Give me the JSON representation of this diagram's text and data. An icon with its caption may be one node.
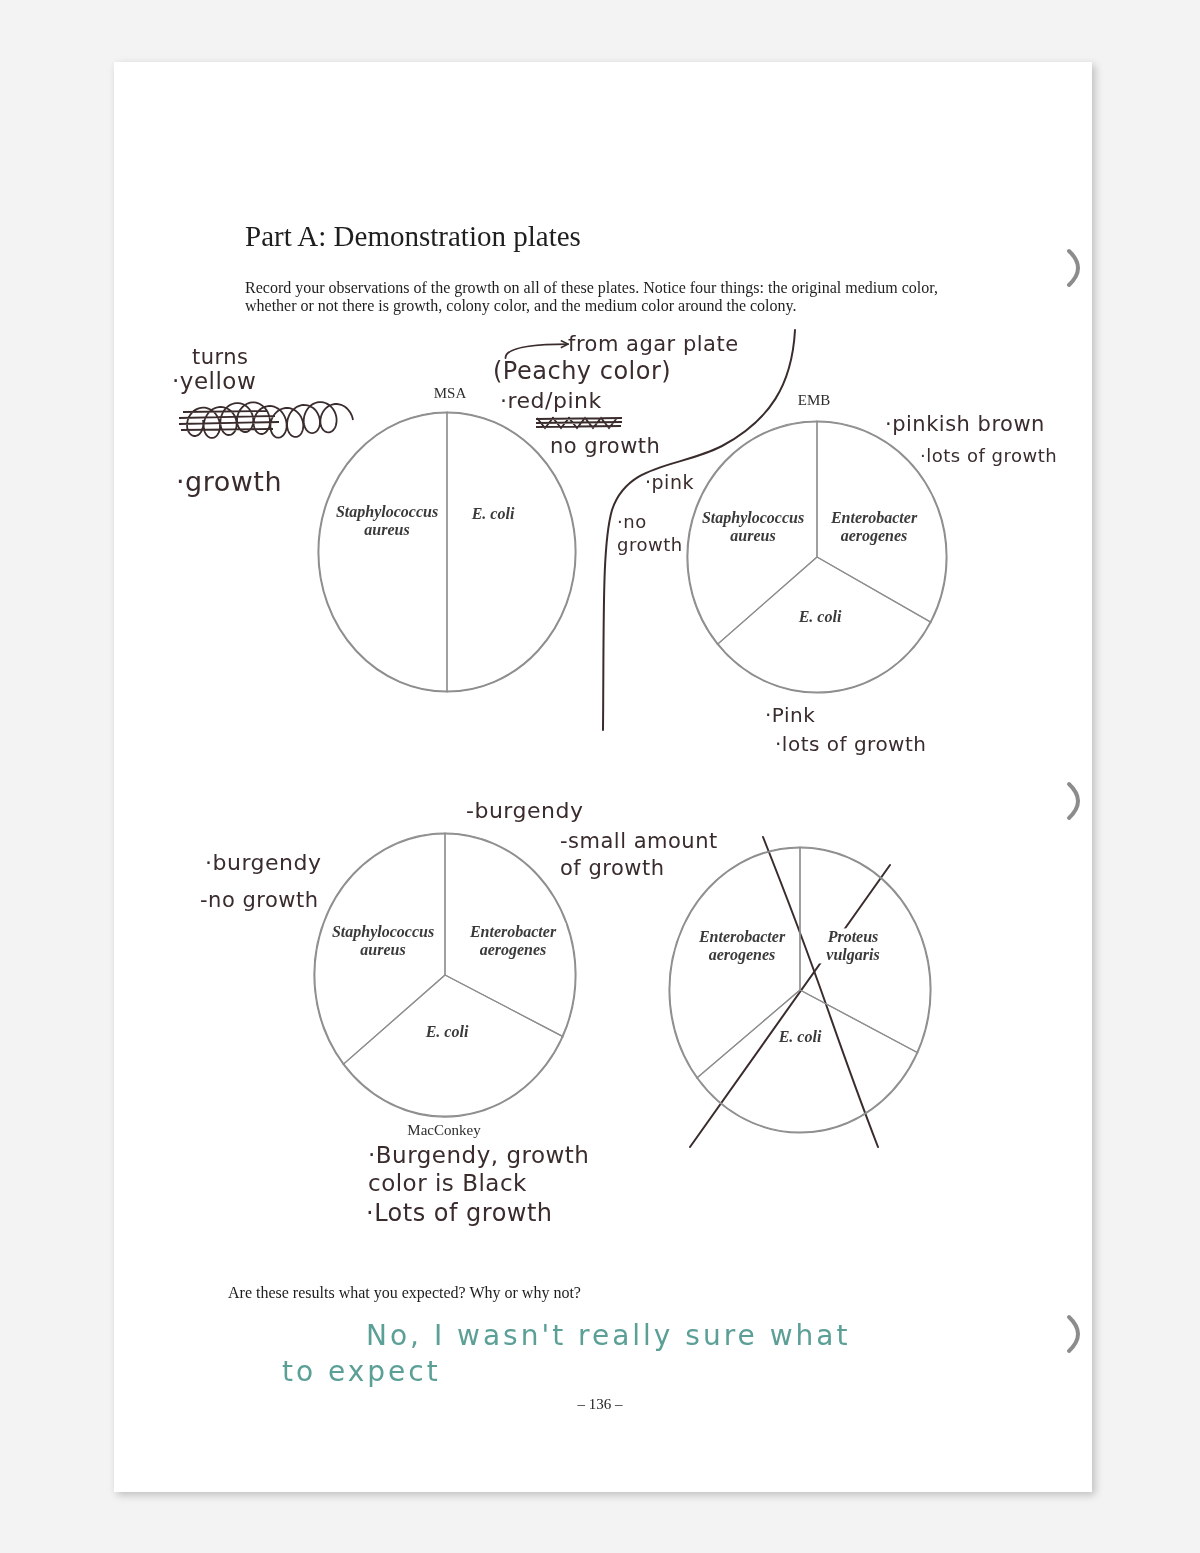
{
  "diagram": {
    "title": "Part A: Demonstration plates",
    "nodes": [
      {
        "text": [
          "from agar plate"
        ]
      },
      {
        "text": [
          "(Peachy color)"
        ]
      },
      {
        "text": [
          "MSA"
        ]
      },
      {
        "text": [
          "Staphylococcus aureus"
        ],
        "in": 2
      },
      {
        "text": [
          "E. coli"
        ],
        "in": 2
      },
      {
        "text": [
          "EMB"
        ]
      },
      {
        "text": [
          "Staphylococcus aureus"
        ],
        "in": 5
      },
      {
        "text": [
          "Enterobacter aerogenes"
        ],
        "in": 5
      },
      {
        "text": [
          "E. coli"
        ],
        "in": 5
      },
      {
        "text": [
          "MacConkey"
        ]
      },
      {
        "text": [
          "Staphylococcus aureus"
        ],
        "in": 9
      },
      {
        "text": [
          "Enterobacter aerogenes"
        ],
        "in": 9
      },
      {
        "text": [
          "E. coli"
        ],
        "in": 9
      },
      {
        "text": [],
        "shape": "circle"
      },
      {
        "text": [
          "Enterobacter aerogenes"
        ],
        "in": 13
      },
      {
        "text": [
          "Proteus vulgaris"
        ],
        "in": 13
      },
      {
        "text": [
          "E. coli"
        ],
        "in": 13
      }
    ],
    "edges": [
      {
        "from": 1,
        "to": 0,
        "arrow": "to"
      }
    ],
    "labels": [
      "Record your observations of the growth on all of these plates. Notice four things: the original medium color, whether or not there is growth, colony color, and the medium color around the colony.",
      "turns",
      "·yellow",
      "·growth",
      "·red/pink",
      "no growth",
      "·pinkish brown",
      "·lots of growth",
      "·pink",
      "·no growth",
      "·Pink",
      "·lots of growth",
      "-burgendy",
      "-small amount of growth",
      "·burgendy",
      "-no growth",
      "·Burgendy, growth color is Black",
      "·Lots of growth",
      "Are these results what you expected? Why or why not?",
      "No, I wasn't really sure what to expect",
      "– 136 –"
    ]
  }
}
